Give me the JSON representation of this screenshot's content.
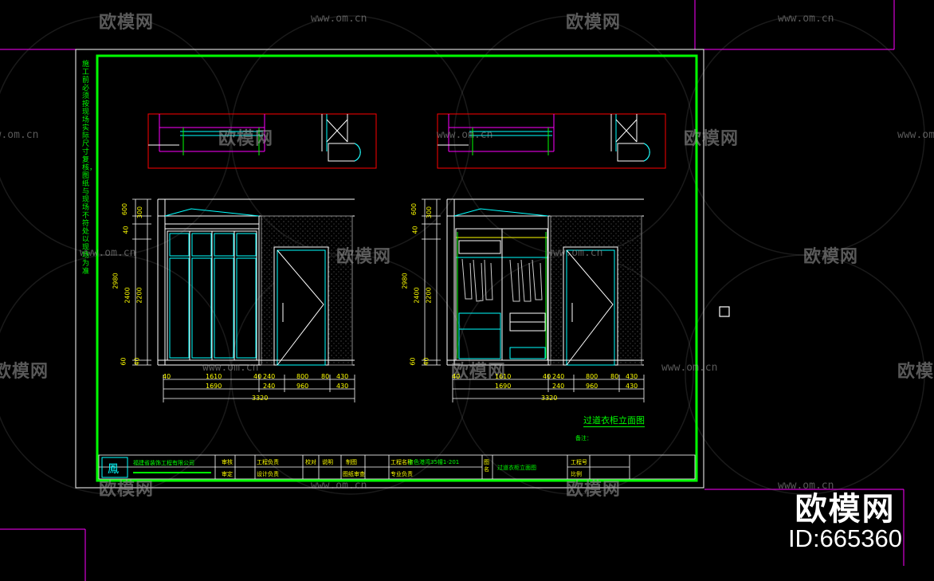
{
  "watermark": {
    "name": "欧模网",
    "url": "www.om.cn"
  },
  "drawing": {
    "title": "过道衣柜立面图",
    "notes_head": "备注：",
    "company": "福建省装饰工程有限公司",
    "project_label": "工程名称",
    "project_name": "金色港湾35幢1-201",
    "sheet_label": "图名",
    "sheet_name": "过道衣柜立面图",
    "no_label": "工程号",
    "scale_label": "比例",
    "tb_cells": [
      "审核",
      "审定",
      "工程负责",
      "设计负责",
      "校对",
      "制图",
      "图纸审查",
      "专业负责",
      "说明"
    ],
    "vertical_note": "施工前必须按现场实际尺寸复核，图纸与现场不符处以现场为准",
    "elev_left": {
      "vdims": [
        "600",
        "40",
        "300",
        "2980",
        "2400",
        "2200",
        "60",
        "40"
      ],
      "hdims_row1": [
        "40",
        "1610",
        "40",
        "240",
        "800",
        "80",
        "430"
      ],
      "hdims_row2": [
        "1690",
        "240",
        "960",
        "430"
      ],
      "total": "3320"
    },
    "elev_right": {
      "vdims": [
        "600",
        "40",
        "300",
        "2980",
        "2400",
        "2200",
        "60",
        "40"
      ],
      "hdims_row1": [
        "40",
        "1610",
        "40",
        "240",
        "800",
        "80",
        "430"
      ],
      "hdims_row2": [
        "1690",
        "240",
        "960",
        "430"
      ],
      "total": "3320"
    }
  },
  "brand": {
    "name": "欧模网",
    "id": "ID:665360"
  },
  "colors": {
    "frame": "#00ff00",
    "line": "#ffffff",
    "cyan": "#00ffff",
    "magenta": "#ff00ff",
    "red": "#ff0000",
    "yellow": "#ffff00"
  }
}
